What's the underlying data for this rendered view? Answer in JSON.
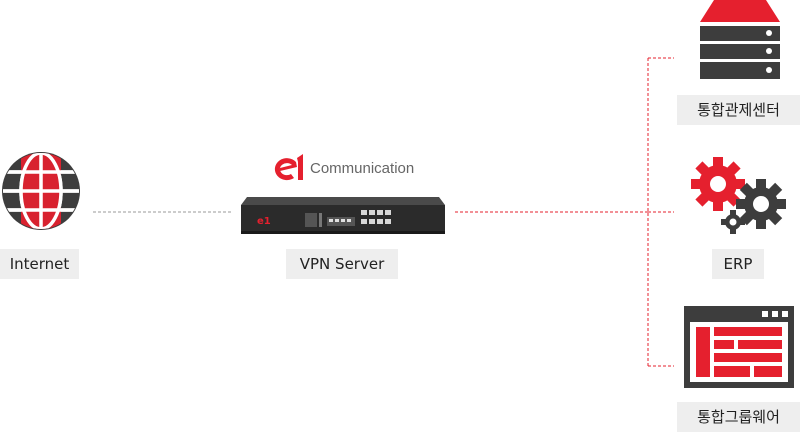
{
  "nodes": {
    "internet": {
      "label": "Internet"
    },
    "vpn": {
      "label": "VPN Server",
      "brand": "Communication",
      "logo_mark": "e1"
    },
    "control_center": {
      "label": "통합관제센터"
    },
    "erp": {
      "label": "ERP"
    },
    "groupware": {
      "label": "통합그룹웨어"
    }
  },
  "icons": {
    "internet": "globe-icon",
    "control_center": "server-rack-icon",
    "erp": "gears-icon",
    "groupware": "browser-window-icon"
  },
  "colors": {
    "accent": "#e5202e",
    "dark": "#3d3d3d",
    "label_bg": "#eeeeee",
    "line_left": "#999999",
    "line_right": "#e5202e"
  }
}
